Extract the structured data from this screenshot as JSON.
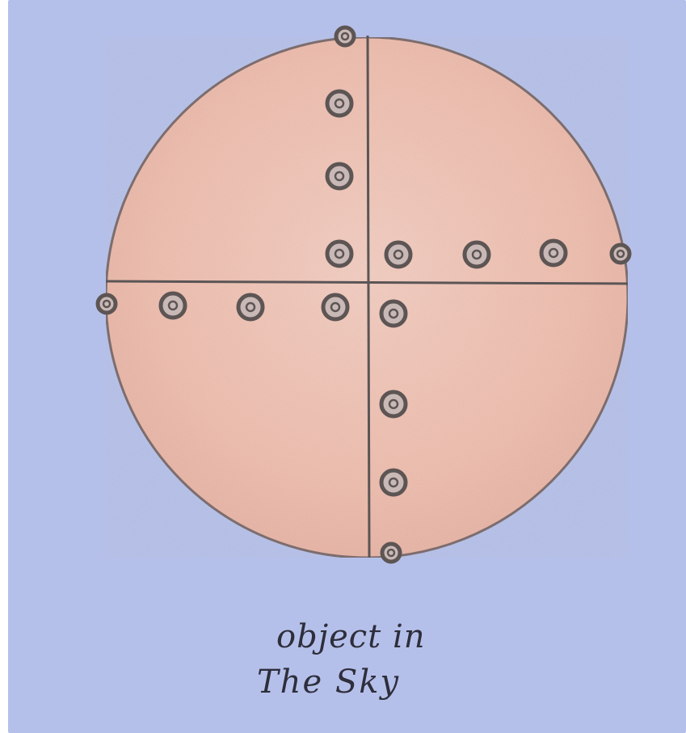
{
  "caption": {
    "line1": "object in",
    "line2": "The Sky"
  },
  "colors": {
    "background": "#b5c0ea",
    "disc_fill": "#efc2b4",
    "disc_edge": "#7f6f70",
    "crosshair": "#5b5556",
    "marker_ring": "#5d5554",
    "marker_fill": "#c9b9b6"
  },
  "markers": {
    "top_arm_count": 4,
    "right_arm_count": 4,
    "left_arm_count": 4,
    "bottom_arm_count": 4
  }
}
